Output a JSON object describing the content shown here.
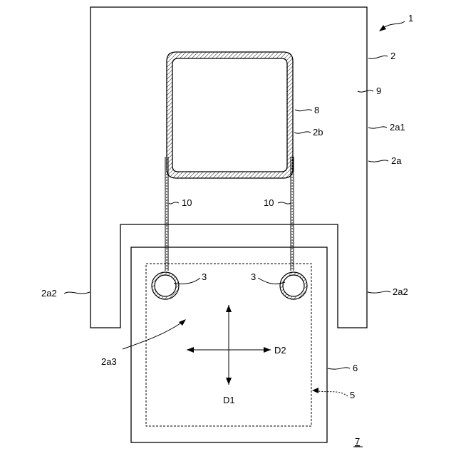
{
  "labels": {
    "assembly": "1",
    "body": "2",
    "body_part": "2a",
    "body_upper": "2a1",
    "body_leg": "2a2",
    "recess": "2a3",
    "opening": "2b",
    "hole": "3",
    "region": "5",
    "plate": "6",
    "fig_number": "7",
    "tube": "8",
    "surface": "9",
    "wire": "10",
    "dir_1": "D1",
    "dir_2": "D2"
  }
}
